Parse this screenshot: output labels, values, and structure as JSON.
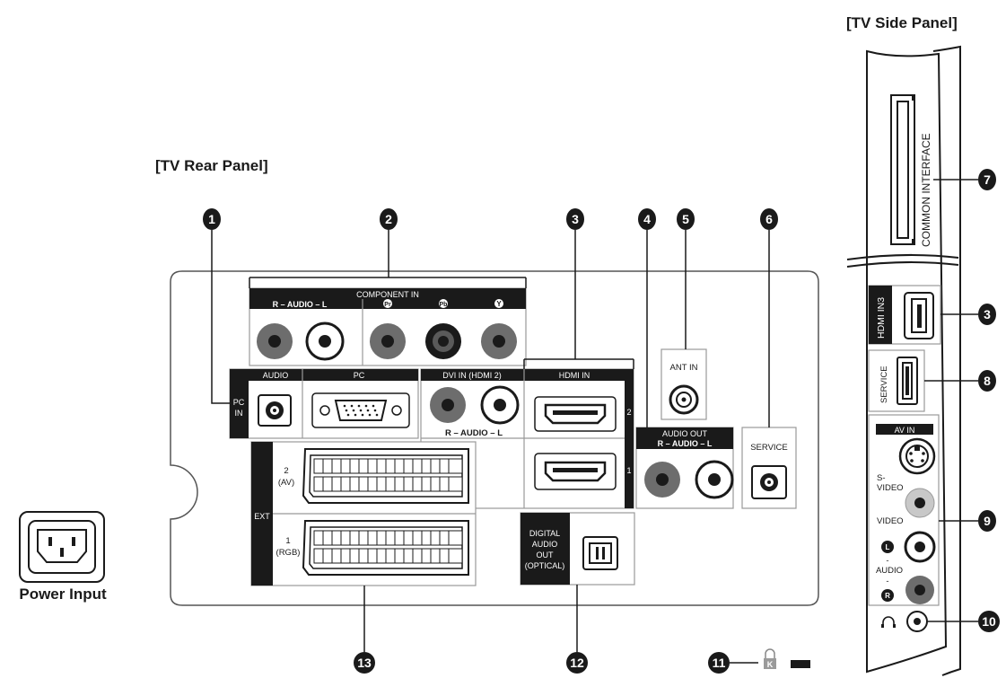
{
  "titles": {
    "rear_panel": "[TV Rear Panel]",
    "side_panel": "[TV Side Panel]",
    "power_input": "Power Input"
  },
  "rear": {
    "component_in": "COMPONENT IN",
    "r_audio_l": "R – AUDIO – L",
    "pb": "Pb",
    "pr": "Pr",
    "y": "Y",
    "pc_in_1": "PC",
    "pc_in_2": "IN",
    "audio": "AUDIO",
    "pc": "PC",
    "dvi_in": "DVI IN (HDMI 2)",
    "dvi_audio": "R – AUDIO – L",
    "hdmi_in": "HDMI IN",
    "hdmi_num_2": "2",
    "hdmi_num_1": "1",
    "ant_in": "ANT IN",
    "audio_out": "AUDIO OUT",
    "audio_out_rl": "R – AUDIO – L",
    "service": "SERVICE",
    "ext": "EXT",
    "ext2_a": "2",
    "ext2_b": "(AV)",
    "ext1_a": "1",
    "ext1_b": "(RGB)",
    "digital_1": "DIGITAL",
    "digital_2": "AUDIO",
    "digital_3": "OUT",
    "digital_4": "(OPTICAL)",
    "kensington": "K"
  },
  "side": {
    "common_interface": "COMMON INTERFACE",
    "hdmi_in3": "HDMI IN3",
    "service": "SERVICE",
    "av_in": "AV IN",
    "s_video_1": "S-",
    "s_video_2": "VIDEO",
    "video": "VIDEO",
    "audio_l": "L",
    "audio_dash1": "-",
    "audio": "AUDIO",
    "audio_dash2": "-",
    "audio_r": "R"
  },
  "callouts": [
    "1",
    "2",
    "3",
    "4",
    "5",
    "6",
    "7",
    "3",
    "8",
    "9",
    "10",
    "11",
    "12",
    "13"
  ],
  "colors": {
    "panel_line": "#555555",
    "dark": "#1a1a1a",
    "jack_gray": "#6d6d6d"
  }
}
